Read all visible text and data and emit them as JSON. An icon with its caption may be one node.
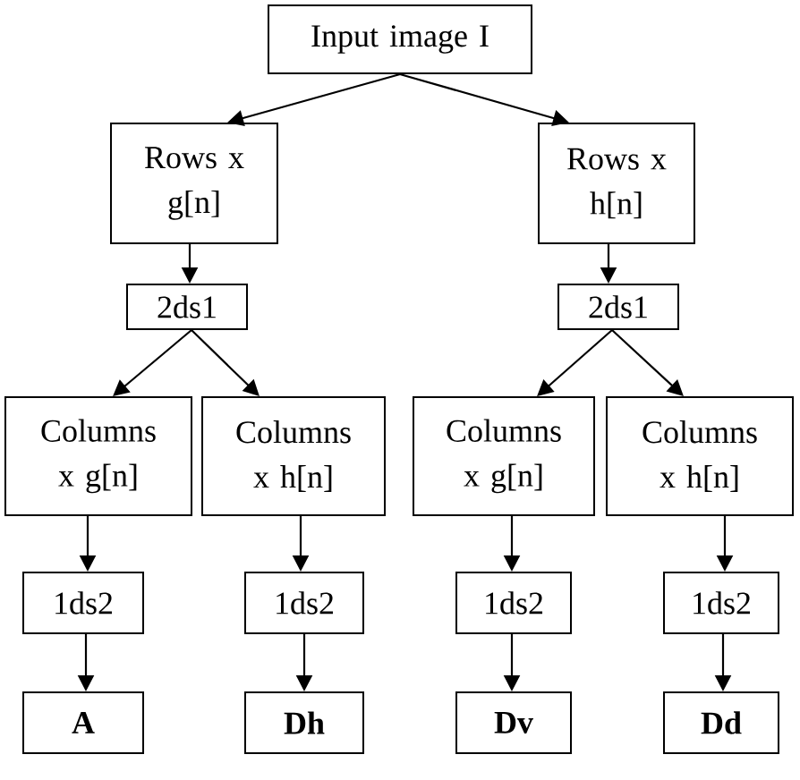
{
  "diagram": {
    "nodes": [
      {
        "text": [
          "Input image I"
        ]
      },
      {
        "text": [
          "Rows x g[n]"
        ]
      },
      {
        "text": [
          "Rows x h[n]"
        ]
      },
      {
        "text": [
          "2ds1"
        ]
      },
      {
        "text": [
          "2ds1"
        ]
      },
      {
        "text": [
          "Columns x g[n]"
        ]
      },
      {
        "text": [
          "Columns x h[n]"
        ]
      },
      {
        "text": [
          "Columns x g[n]"
        ]
      },
      {
        "text": [
          "Columns x h[n]"
        ]
      },
      {
        "text": [
          "1ds2"
        ]
      },
      {
        "text": [
          "1ds2"
        ]
      },
      {
        "text": [
          "1ds2"
        ]
      },
      {
        "text": [
          "1ds2"
        ]
      },
      {
        "text": [
          "A"
        ]
      },
      {
        "text": [
          "Dh"
        ]
      },
      {
        "text": [
          "Dv"
        ]
      },
      {
        "text": [
          "Dd"
        ]
      }
    ],
    "edges": [
      {
        "from": 0,
        "to": 1,
        "arrow": "to"
      },
      {
        "from": 0,
        "to": 2,
        "arrow": "to"
      },
      {
        "from": 1,
        "to": 3,
        "arrow": "to"
      },
      {
        "from": 2,
        "to": 4,
        "arrow": "to"
      },
      {
        "from": 3,
        "to": 5,
        "arrow": "to"
      },
      {
        "from": 3,
        "to": 6,
        "arrow": "to"
      },
      {
        "from": 4,
        "to": 7,
        "arrow": "to"
      },
      {
        "from": 4,
        "to": 8,
        "arrow": "to"
      },
      {
        "from": 5,
        "to": 9,
        "arrow": "to"
      },
      {
        "from": 6,
        "to": 10,
        "arrow": "to"
      },
      {
        "from": 7,
        "to": 11,
        "arrow": "to"
      },
      {
        "from": 8,
        "to": 12,
        "arrow": "to"
      },
      {
        "from": 9,
        "to": 13,
        "arrow": "to"
      },
      {
        "from": 10,
        "to": 14,
        "arrow": "to"
      },
      {
        "from": 11,
        "to": 15,
        "arrow": "to"
      },
      {
        "from": 12,
        "to": 16,
        "arrow": "to"
      }
    ]
  }
}
